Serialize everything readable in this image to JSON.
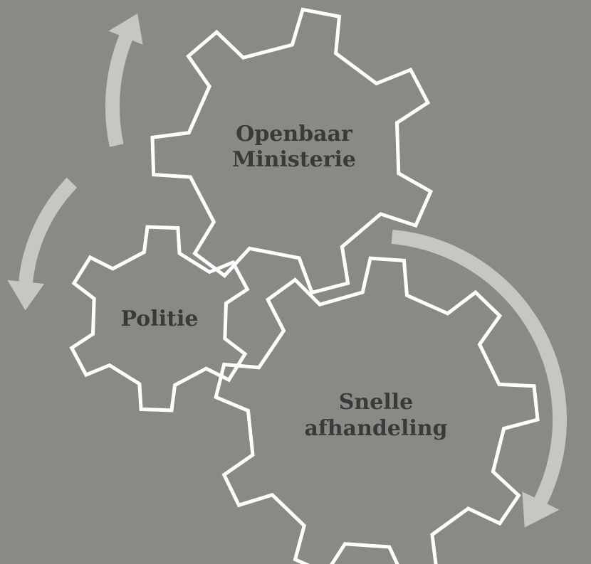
{
  "colors": {
    "background": "#8a8a84",
    "gear_stroke": "#ffffff",
    "arrow": "#c6c6c2",
    "label": "#3a3a3a"
  },
  "gears": [
    {
      "id": "openbaar-ministerie",
      "label_lines": [
        "Openbaar",
        "Ministerie"
      ]
    },
    {
      "id": "politie",
      "label_lines": [
        "Politie"
      ]
    },
    {
      "id": "snelle-afhandeling",
      "label_lines": [
        "Snelle",
        "afhandeling"
      ]
    }
  ],
  "arrows": [
    {
      "id": "top-left-arrow",
      "direction": "clockwise"
    },
    {
      "id": "left-arrow",
      "direction": "counterclockwise"
    },
    {
      "id": "right-arrow",
      "direction": "clockwise"
    }
  ]
}
